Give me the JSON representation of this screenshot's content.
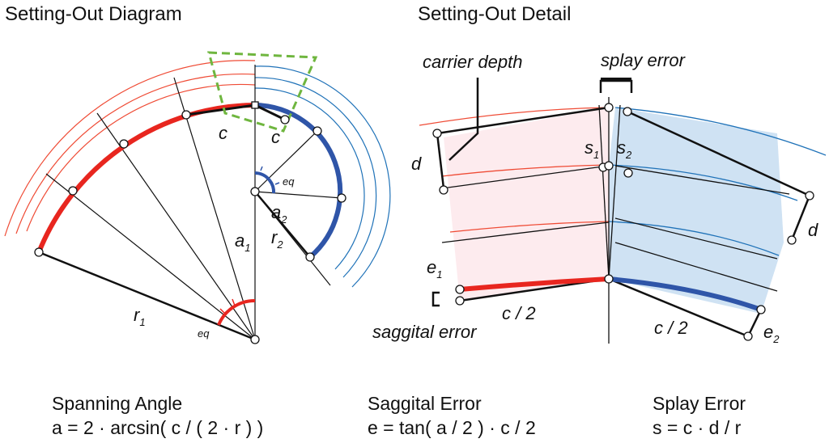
{
  "titles": {
    "left": "Setting-Out Diagram",
    "right": "Setting-Out Detail"
  },
  "diagram_labels": {
    "c_left": "c",
    "c_right": "c",
    "eq_top": "eq",
    "eq_bottom": "eq",
    "a1": "a",
    "a1_sub": "1",
    "a2": "a",
    "a2_sub": "2",
    "r1": "r",
    "r1_sub": "1",
    "r2": "r",
    "r2_sub": "2"
  },
  "detail_labels": {
    "carrier_depth": "carrier depth",
    "splay_error": "splay error",
    "d_left": "d",
    "d_right": "d",
    "s1": "s",
    "s1_sub": "1",
    "s2": "s",
    "s2_sub": "2",
    "e1": "e",
    "e1_sub": "1",
    "e2": "e",
    "e2_sub": "2",
    "c_half_left": "c / 2",
    "c_half_right": "c / 2",
    "saggital_error": "saggital error"
  },
  "formulas": {
    "spanning_title": "Spanning Angle",
    "spanning_eq": "a = 2 · arcsin( c / ( 2 · r ) )",
    "saggital_title": "Saggital Error",
    "saggital_eq": "e = tan( a / 2 ) · c / 2",
    "splay_title": "Splay Error",
    "splay_eq": "s = c · d / r"
  },
  "colors": {
    "red": "#e8261f",
    "red_thin": "#ef4b35",
    "blue": "#2f55a8",
    "blue_thin": "#1f72b8",
    "green_dash": "#6fb63f",
    "pink_fill": "#fdebee",
    "blue_fill": "#cfe2f3"
  }
}
